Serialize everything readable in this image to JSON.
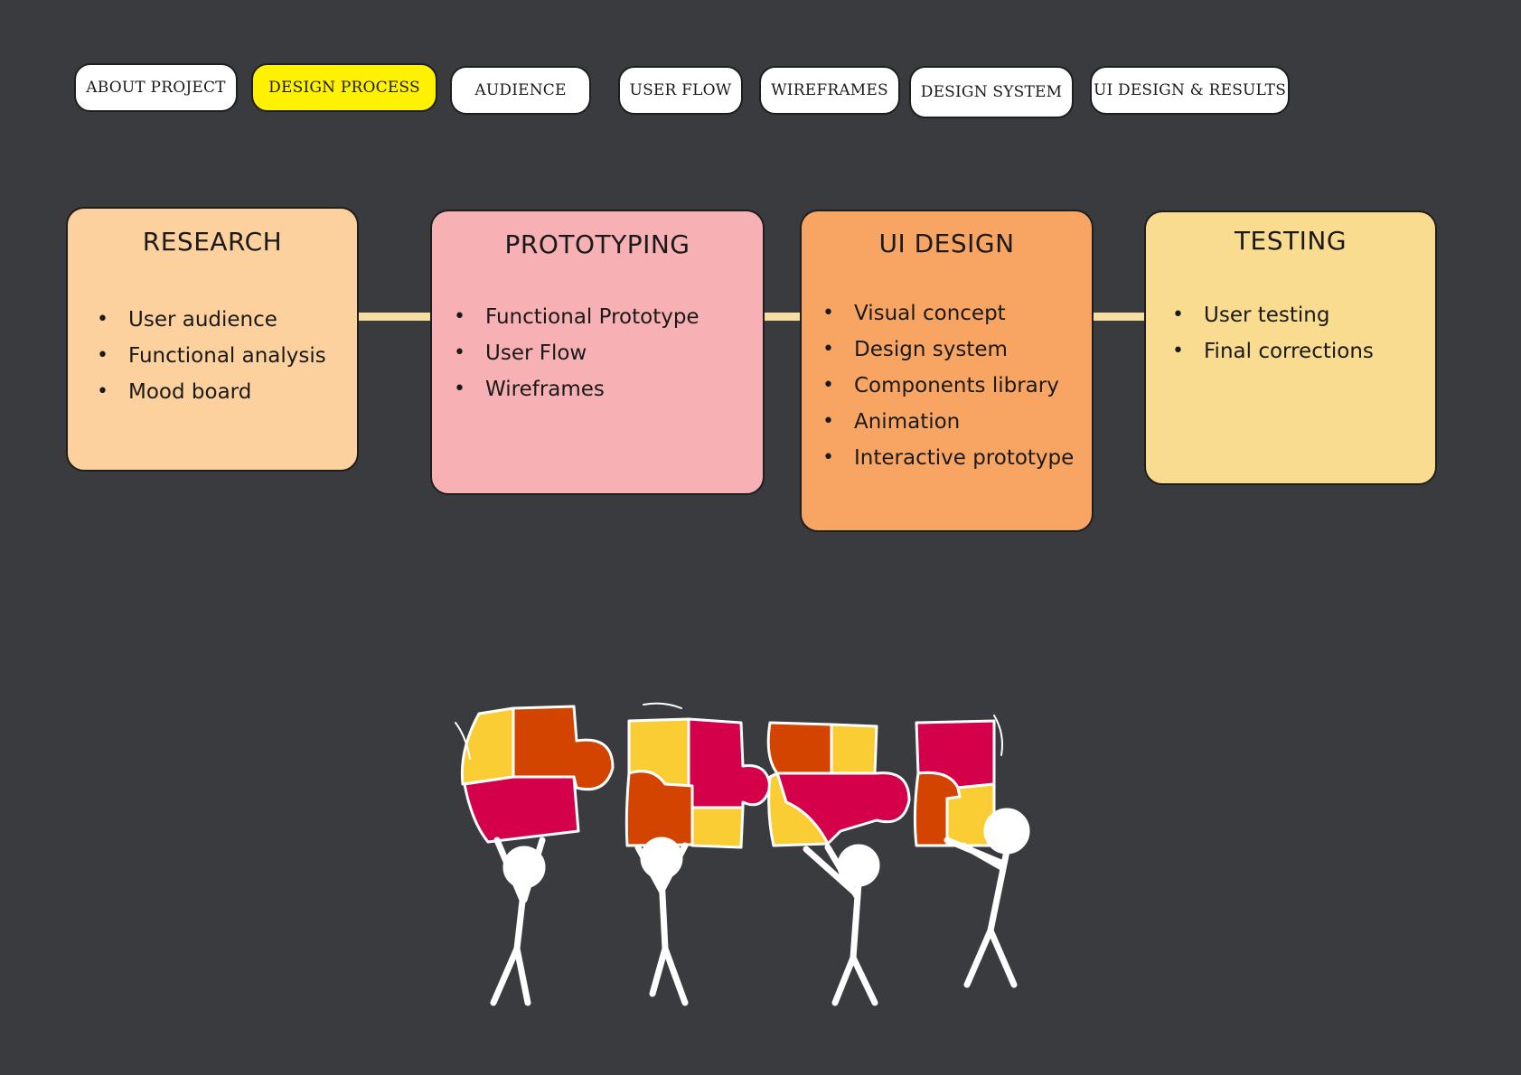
{
  "nav": {
    "tabs": [
      {
        "label": "ABOUT PROJECT",
        "active": false
      },
      {
        "label": "DESIGN PROCESS",
        "active": true
      },
      {
        "label": "AUDIENCE",
        "active": false
      },
      {
        "label": "USER FLOW",
        "active": false
      },
      {
        "label": "WIREFRAMES",
        "active": false
      },
      {
        "label": "DESIGN SYSTEM",
        "active": false
      },
      {
        "label": "UI DESIGN & RESULTS",
        "active": false
      }
    ],
    "active_color": "#fff200"
  },
  "process": {
    "steps": [
      {
        "title": "RESEARCH",
        "color": "#fdd19e",
        "items": [
          "User audience",
          "Functional analysis",
          "Mood board"
        ]
      },
      {
        "title": "PROTOTYPING",
        "color": "#f7b0b4",
        "items": [
          "Functional Prototype",
          "User Flow",
          "Wireframes"
        ]
      },
      {
        "title": "UI DESIGN",
        "color": "#f8a564",
        "items": [
          "Visual concept",
          "Design system",
          "Components library",
          "Animation",
          "Interactive prototype"
        ]
      },
      {
        "title": "TESTING",
        "color": "#f9dc90",
        "items": [
          "User testing",
          "Final corrections"
        ]
      }
    ],
    "connector_color": "#f6dfa0"
  },
  "illustration": {
    "icon": "puzzle-team-illustration",
    "piece_colors": [
      "#d4004a",
      "#d24400",
      "#fbcd34"
    ]
  },
  "theme": {
    "background": "#3a3b3f"
  }
}
